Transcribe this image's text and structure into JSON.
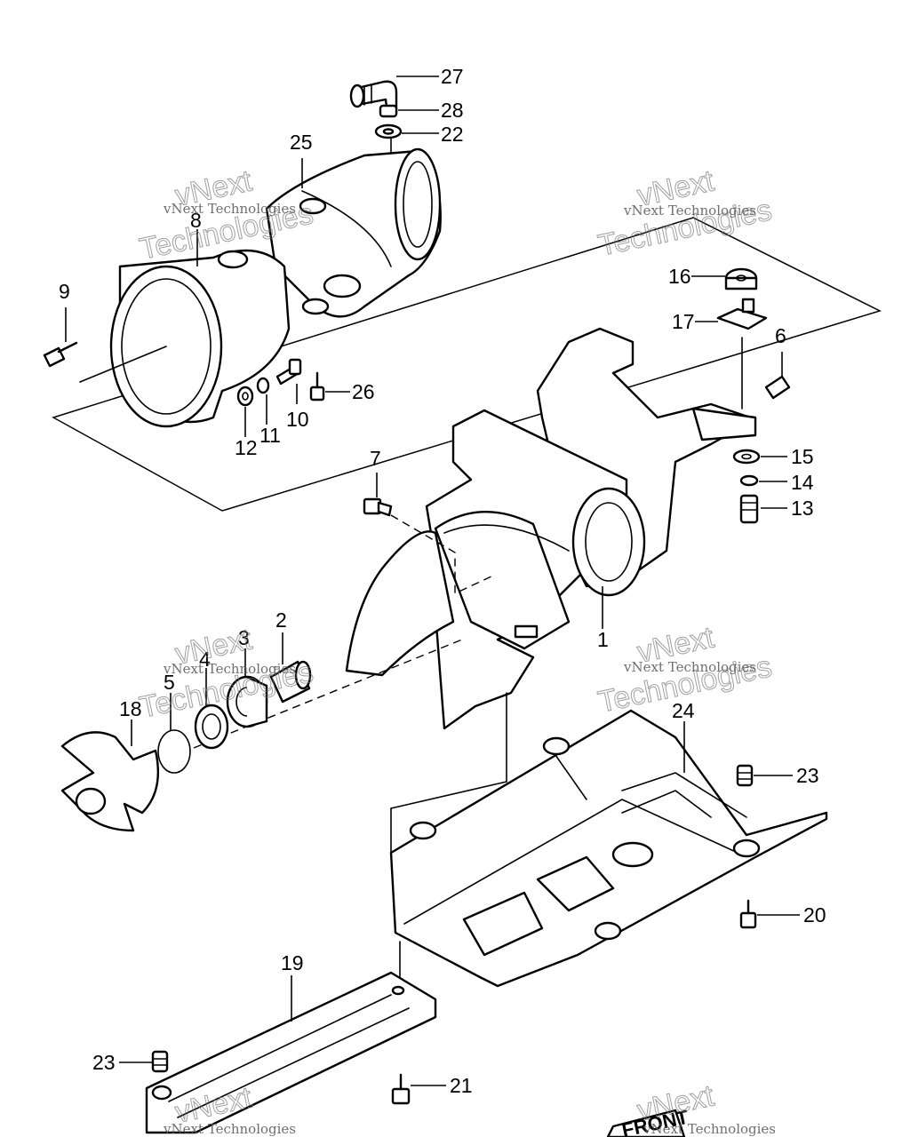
{
  "callouts": {
    "c1": "1",
    "c2": "2",
    "c3": "3",
    "c4": "4",
    "c5": "5",
    "c6": "6",
    "c7": "7",
    "c8": "8",
    "c9": "9",
    "c10": "10",
    "c11": "11",
    "c12": "12",
    "c13": "13",
    "c14": "14",
    "c15": "15",
    "c16": "16",
    "c17": "17",
    "c18": "18",
    "c19": "19",
    "c20": "20",
    "c21": "21",
    "c22": "22",
    "c23a": "23",
    "c23b": "23",
    "c24": "24",
    "c25": "25",
    "c26": "26",
    "c27": "27",
    "c28": "28"
  },
  "watermark": {
    "line1": "vNext Technologies",
    "line2": "vNext",
    "line3": "Technologies"
  },
  "badge": {
    "front": "FRONT"
  }
}
